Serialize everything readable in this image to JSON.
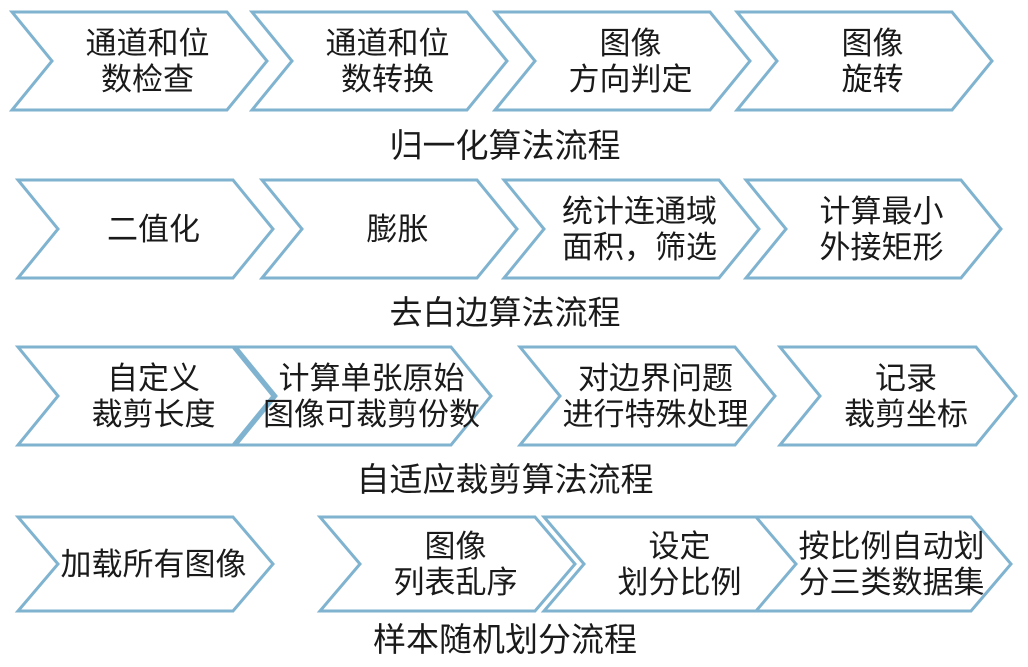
{
  "colors": {
    "chevron_stroke": "#7fb3cf",
    "chevron_fill": "#ffffff",
    "text": "#1a1a1a"
  },
  "flows": [
    {
      "caption": "归一化算法流程",
      "steps": [
        {
          "lines": [
            "通道和位",
            "数检查"
          ]
        },
        {
          "lines": [
            "通道和位",
            "数转换"
          ]
        },
        {
          "lines": [
            "图像",
            "方向判定"
          ]
        },
        {
          "lines": [
            "图像",
            "旋转"
          ]
        }
      ]
    },
    {
      "caption": "去白边算法流程",
      "steps": [
        {
          "lines": [
            "二值化"
          ]
        },
        {
          "lines": [
            "膨胀"
          ]
        },
        {
          "lines": [
            "统计连通域",
            "面积，筛选"
          ]
        },
        {
          "lines": [
            "计算最小",
            "外接矩形"
          ]
        }
      ]
    },
    {
      "caption": "自适应裁剪算法流程",
      "steps": [
        {
          "lines": [
            "自定义",
            "裁剪长度"
          ]
        },
        {
          "lines": [
            "计算单张原始",
            "图像可裁剪份数"
          ]
        },
        {
          "lines": [
            "对边界问题",
            "进行特殊处理"
          ]
        },
        {
          "lines": [
            "记录",
            "裁剪坐标"
          ]
        }
      ]
    },
    {
      "caption": "样本随机划分流程",
      "steps": [
        {
          "lines": [
            "加载所有图像"
          ]
        },
        {
          "lines": [
            "图像",
            "列表乱序"
          ]
        },
        {
          "lines": [
            "设定",
            "划分比例"
          ]
        },
        {
          "lines": [
            "按比例自动划",
            "分三类数据集"
          ]
        }
      ]
    }
  ]
}
